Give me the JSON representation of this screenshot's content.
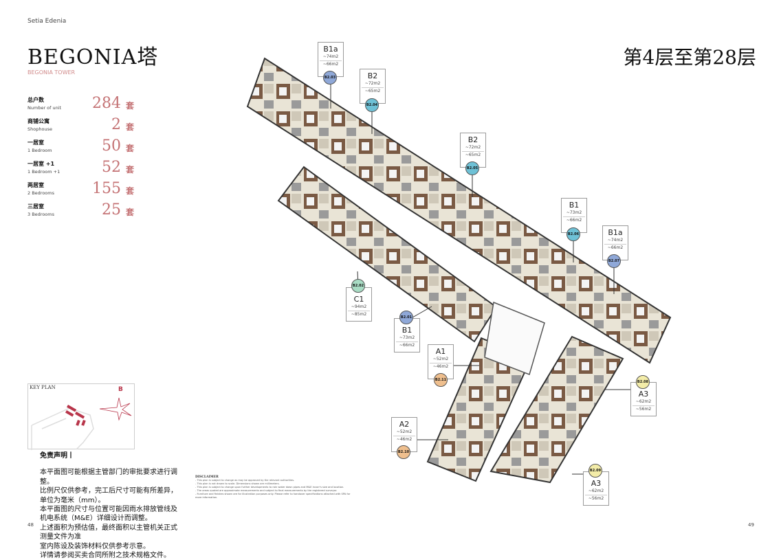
{
  "header": {
    "brand": "Setia Edenia",
    "title": "BEGONIA塔",
    "subtitle": "BEGONIA TOWER",
    "floor_range": "第4层至第28层"
  },
  "stats": [
    {
      "zh": "总户数",
      "en": "Number of unit",
      "value": "284",
      "unit": "套"
    },
    {
      "zh": "商铺公寓",
      "en": "Shophouse",
      "value": "2",
      "unit": "套"
    },
    {
      "zh": "一居室",
      "en": "1 Bedroom",
      "value": "50",
      "unit": "套"
    },
    {
      "zh": "一居室 +1",
      "en": "1 Bedroom +1",
      "value": "52",
      "unit": "套"
    },
    {
      "zh": "两居室",
      "en": "2 Bedrooms",
      "value": "155",
      "unit": "套"
    },
    {
      "zh": "三居室",
      "en": "3 Bedrooms",
      "value": "25",
      "unit": "套"
    }
  ],
  "keyplan": {
    "label": "KEY PLAN",
    "marker": "B"
  },
  "disclaimer_zh": {
    "heading": "免责声明丨",
    "lines": [
      "本平面图可能根据主管部门的审批要求进行调整。",
      "比例尺仅供参考，完工后尺寸可能有所差异，单位为毫米（mm）。",
      "本平面图的尺寸与位置可能因雨水排放管线及机电系统（M&E）详细设计而调整。",
      "上述面积为预估值，最终面积以主管机关正式测量文件为准",
      "室内陈设及装饰材料仅供参考示意。",
      "详情请参阅买卖合同所附之技术规格文件。"
    ]
  },
  "disclaimer_en": {
    "heading": "DISCLAIMER",
    "lines": [
      "- This plan is subject to change as may be approved by the relevant authorities.",
      "- This plan is not drawn to scale. Dimensions shown are millimeters.",
      "- This plan is subject to change upon further developments to rain water down pipes and M&E incorr's size and location.",
      "- The areas quoted are approximate measurements and subject to final measurements by the registered surveyor.",
      "- Furniture and finishes shown are for illustration purposes only. Please refer to handover specifications attached with SPA for more information."
    ]
  },
  "pages": {
    "left": "48",
    "right": "49"
  },
  "units": [
    {
      "type": "B1a",
      "a1": "~74m2",
      "a2": "~66m2",
      "code": "B2.03",
      "color": "#8fa8d8"
    },
    {
      "type": "B2",
      "a1": "~72m2",
      "a2": "~65m2",
      "code": "B2.04",
      "color": "#6ec1d6"
    },
    {
      "type": "B2",
      "a1": "~72m2",
      "a2": "~65m2",
      "code": "B2.05",
      "color": "#6ec1d6"
    },
    {
      "type": "B1",
      "a1": "~73m2",
      "a2": "~66m2",
      "code": "B2.06",
      "color": "#6ec1d6"
    },
    {
      "type": "B1a",
      "a1": "~74m2",
      "a2": "~66m2",
      "code": "B2.07",
      "color": "#8fa8d8"
    },
    {
      "type": "C1",
      "a1": "~94m2",
      "a2": "~85m2",
      "code": "B2.02",
      "color": "#a8dcc4"
    },
    {
      "type": "B1",
      "a1": "~73m2",
      "a2": "~66m2",
      "code": "B2.01",
      "color": "#8fa8d8"
    },
    {
      "type": "A1",
      "a1": "~52m2",
      "a2": "~46m2",
      "code": "B2.11",
      "color": "#efbf8e"
    },
    {
      "type": "A2",
      "a1": "~52m2",
      "a2": "~46m2",
      "code": "B2.10",
      "color": "#efbf8e"
    },
    {
      "type": "A3",
      "a1": "~62m2",
      "a2": "~56m2",
      "code": "B2.08",
      "color": "#f3eca8"
    },
    {
      "type": "A3",
      "a1": "~62m2",
      "a2": "~56m2",
      "code": "B2.09",
      "color": "#f3eca8"
    }
  ]
}
